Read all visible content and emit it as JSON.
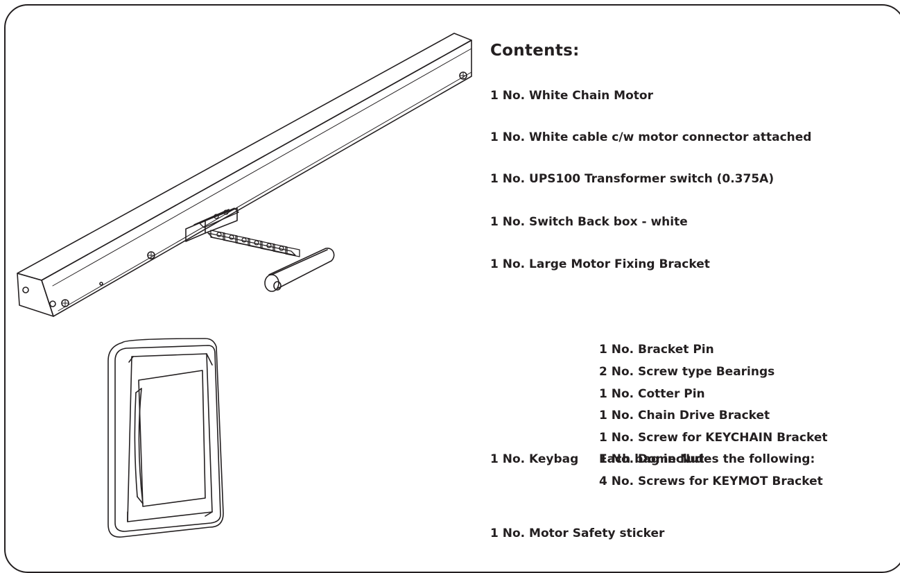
{
  "contents": {
    "title": "Contents:",
    "items": [
      "1 No. White Chain Motor",
      "1 No. White cable c/w motor connector attached",
      "1 No. UPS100 Transformer switch (0.375A)",
      "1 No. Switch Back box - white",
      "1 No. Large Motor Fixing Bracket"
    ],
    "keybag": {
      "label": "1 No. Keybag",
      "heading": "Each bag includes the following:",
      "items": [
        "1 No. Bracket Pin",
        "2 No. Screw type Bearings",
        "1 No. Cotter Pin",
        "1 No. Chain Drive Bracket",
        "1 No. Screw for KEYCHAIN Bracket",
        "1 No. Dome Nut",
        "4 No. Screws for KEYMOT Bracket"
      ]
    },
    "last_item": "1 No. Motor Safety sticker"
  },
  "illustrations": {
    "motor": "chain-motor-drawing",
    "switch": "wall-switch-drawing"
  }
}
